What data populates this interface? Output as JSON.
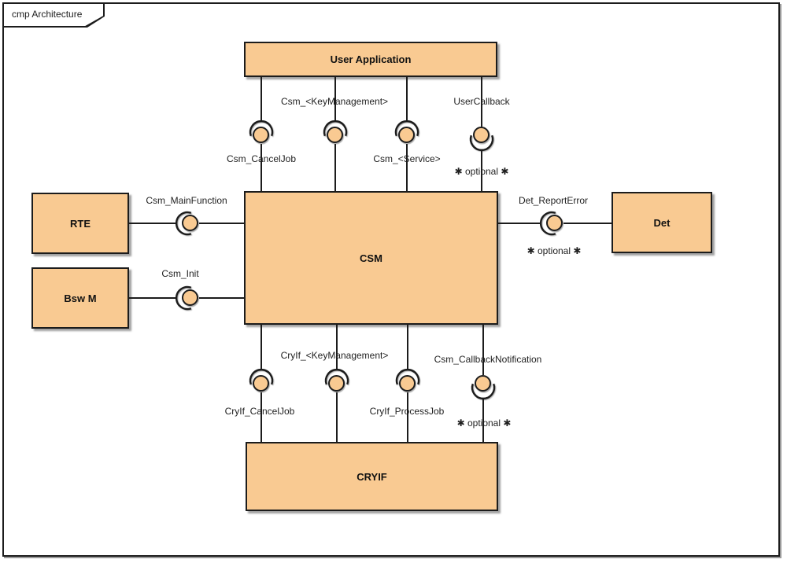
{
  "diagram": {
    "frame_label": "cmp Architecture",
    "type": "uml-component-diagram"
  },
  "colors": {
    "component_fill": "#f9ca92",
    "border": "#1c1c1c",
    "background": "#ffffff"
  },
  "components": {
    "user_application": {
      "label": "User Application"
    },
    "csm": {
      "label": "CSM"
    },
    "rte": {
      "label": "RTE"
    },
    "bswm": {
      "label": "Bsw M"
    },
    "det": {
      "label": "Det"
    },
    "cryif": {
      "label": "CRYIF"
    }
  },
  "interfaces": {
    "csm_canceljob": {
      "label": "Csm_CancelJob",
      "provider": "CSM",
      "consumer": "User Application"
    },
    "csm_keymanagement": {
      "label": "Csm_<KeyManagement>",
      "provider": "CSM",
      "consumer": "User Application"
    },
    "csm_service": {
      "label": "Csm_<Service>",
      "provider": "CSM",
      "consumer": "User Application"
    },
    "usercallback": {
      "label": "UserCallback",
      "note": "✱ optional ✱",
      "provider": "User Application",
      "consumer": "CSM"
    },
    "csm_mainfunction": {
      "label": "Csm_MainFunction",
      "provider": "CSM",
      "consumer": "RTE"
    },
    "csm_init": {
      "label": "Csm_Init",
      "provider": "CSM",
      "consumer": "Bsw M"
    },
    "det_reporterror": {
      "label": "Det_ReportError",
      "note": "✱ optional ✱",
      "provider": "Det",
      "consumer": "CSM"
    },
    "cryif_canceljob": {
      "label": "CryIf_CancelJob",
      "provider": "CRYIF",
      "consumer": "CSM"
    },
    "cryif_keymanagement": {
      "label": "CryIf_<KeyManagement>",
      "provider": "CRYIF",
      "consumer": "CSM"
    },
    "cryif_processjob": {
      "label": "CryIf_ProcessJob",
      "provider": "CRYIF",
      "consumer": "CSM"
    },
    "csm_callbacknotification": {
      "label": "Csm_CallbackNotification",
      "note": "✱ optional ✱",
      "provider": "CSM",
      "consumer": "CRYIF"
    }
  }
}
